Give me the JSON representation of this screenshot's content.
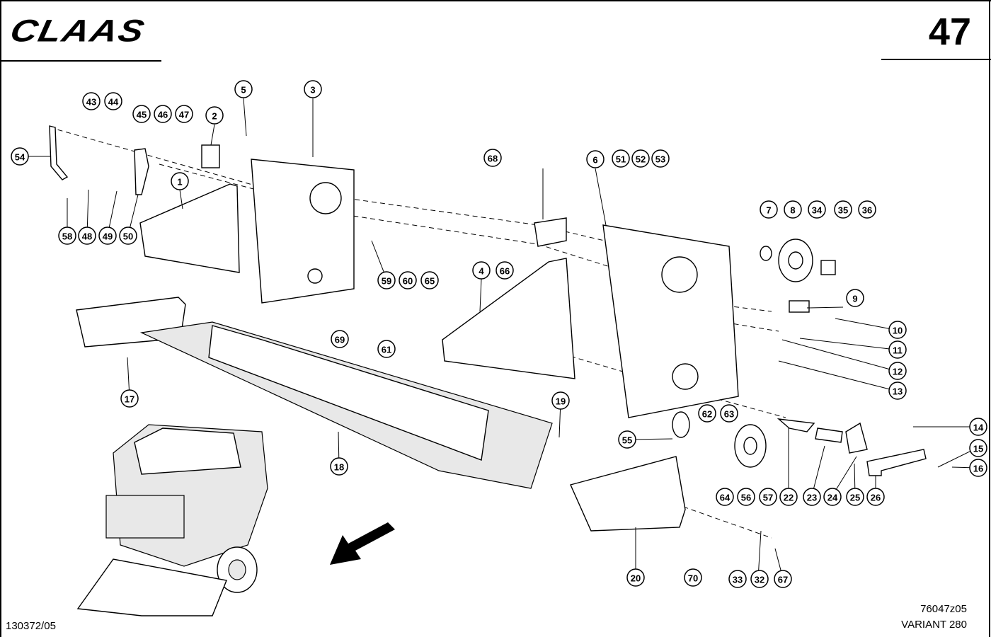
{
  "header": {
    "brand": "CLAAS",
    "page_number": "47"
  },
  "footer": {
    "doc_number": "130372/05",
    "drawing_id": "76047z05",
    "model": "VARIANT 280"
  },
  "callouts": [
    "1",
    "2",
    "3",
    "4",
    "5",
    "6",
    "7",
    "8",
    "9",
    "10",
    "11",
    "12",
    "13",
    "14",
    "15",
    "16",
    "17",
    "18",
    "19",
    "20",
    "22",
    "23",
    "24",
    "25",
    "26",
    "32",
    "33",
    "34",
    "35",
    "36",
    "43",
    "44",
    "45",
    "46",
    "47",
    "48",
    "49",
    "50",
    "51",
    "52",
    "53",
    "54",
    "55",
    "56",
    "57",
    "58",
    "59",
    "60",
    "61",
    "62",
    "63",
    "64",
    "65",
    "66",
    "67",
    "68",
    "69",
    "70"
  ]
}
